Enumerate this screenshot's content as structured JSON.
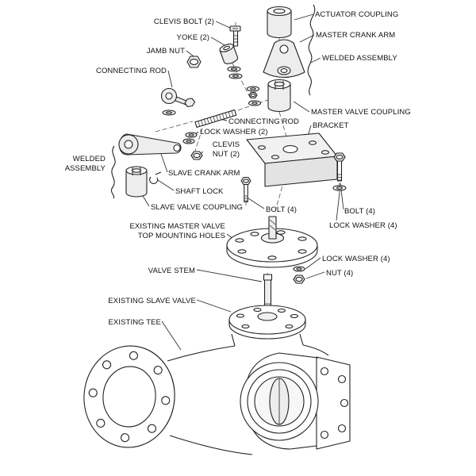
{
  "style": {
    "line_color": "#222222",
    "background": "#ffffff"
  },
  "labels": {
    "clevis_bolt": "CLEVIS BOLT (2)",
    "actuator_coupling": "ACTUATOR COUPLING",
    "yoke": "YOKE (2)",
    "master_crank_arm": "MASTER CRANK ARM",
    "jamb_nut": "JAMB NUT",
    "welded_assembly_right": "WELDED ASSEMBLY",
    "connecting_rod_upper": "CONNECTING ROD",
    "master_valve_coupling": "MASTER VALVE COUPLING",
    "connecting_rod_mid": "CONNECTING ROD",
    "bracket": "BRACKET",
    "lock_washer_2": "LOCK WASHER (2)",
    "clevis_nut": "CLEVIS\nNUT (2)",
    "welded_assembly_left": "WELDED\nASSEMBLY",
    "slave_crank_arm": "SLAVE CRANK ARM",
    "shaft_lock": "SHAFT LOCK",
    "slave_valve_coupling": "SLAVE VALVE COUPLING",
    "bolt_4_mid": "BOLT (4)",
    "bolt_4_right": "BOLT (4)",
    "lock_washer_4_right": "LOCK WASHER (4)",
    "existing_master_valve": "EXISTING MASTER VALVE\nTOP MOUNTING HOLES",
    "lock_washer_4_lower": "LOCK WASHER (4)",
    "valve_stem": "VALVE STEM",
    "nut_4": "NUT (4)",
    "existing_slave_valve": "EXISTING SLAVE VALVE",
    "existing_tee": "EXISTING TEE"
  }
}
